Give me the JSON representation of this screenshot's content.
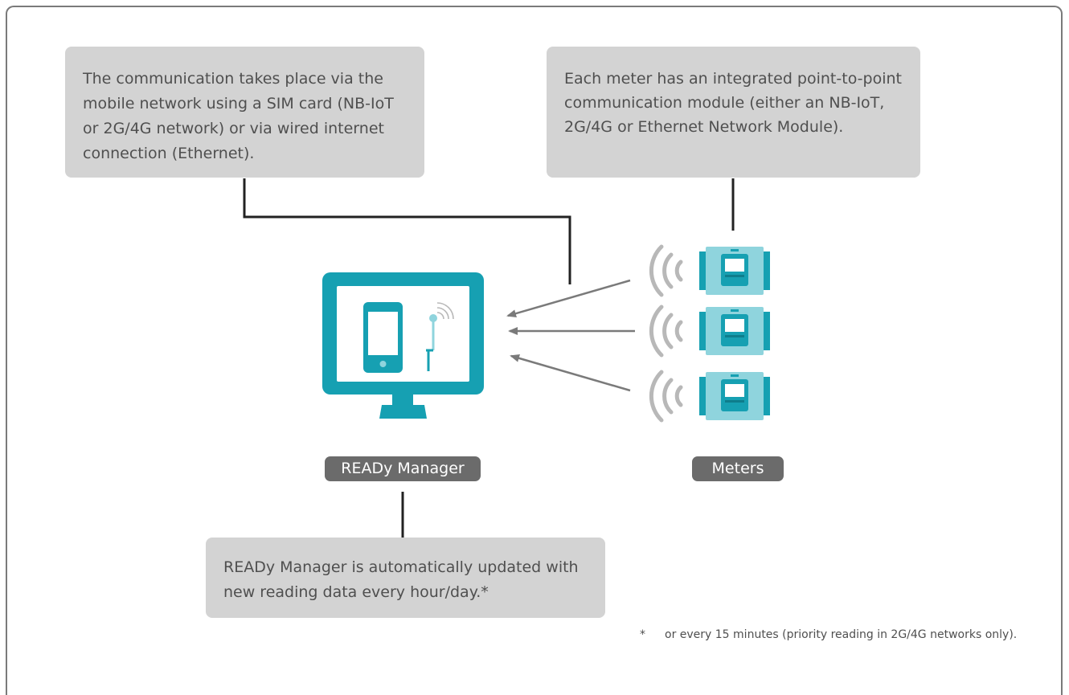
{
  "notes": {
    "left": "The communication takes place via the mobile network using a SIM card (NB-IoT or 2G/4G network) or via wired internet connection (Ethernet).",
    "right": "Each meter has an integrated point-to-point communication module (either an NB-IoT, 2G/4G or Ethernet Network Module).",
    "bottom": "READy Manager is automatically updated with new reading data every hour/day.*"
  },
  "labels": {
    "manager": "READy Manager",
    "meters": "Meters"
  },
  "footnote": {
    "marker": "*",
    "text": "or every 15 minutes (priority reading in 2G/4G networks only)."
  },
  "icons": {
    "manager": "monitor-icon",
    "phone": "smartphone-icon",
    "antenna": "antenna-icon",
    "meter": "meter-icon",
    "signal": "wireless-signal-icon"
  },
  "colors": {
    "teal": "#16a0b2",
    "light_teal": "#8fd4dd",
    "note_bg": "#d3d3d3",
    "pill_bg": "#6b6b6b",
    "line": "#222222",
    "arrow": "#7a7a7a",
    "waves": "#b8b8b8"
  }
}
